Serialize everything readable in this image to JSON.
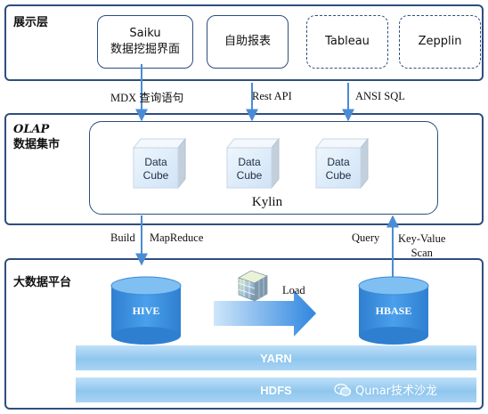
{
  "presentation_layer": {
    "title": "展示层",
    "tools": [
      {
        "line1": "Saiku",
        "line2": "数据挖掘界面"
      },
      {
        "line1": "自助报表"
      },
      {
        "line1": "Tableau"
      },
      {
        "line1": "Zepplin"
      }
    ]
  },
  "connectors_top": {
    "mdx": "MDX 查询语句",
    "rest": "Rest API",
    "ansi": "ANSI SQL"
  },
  "olap_layer": {
    "title_line1": "OLAP",
    "title_line2": "数据集市",
    "engine": "Kylin",
    "cubes": [
      {
        "line1": "Data",
        "line2": "Cube"
      },
      {
        "line1": "Data",
        "line2": "Cube"
      },
      {
        "line1": "Data",
        "line2": "Cube"
      }
    ]
  },
  "connectors_bottom": {
    "build": "Build",
    "mapreduce": "MapReduce",
    "query": "Query",
    "keyvalue_line1": "Key-Value",
    "keyvalue_line2": "Scan"
  },
  "platform_layer": {
    "title": "大数据平台",
    "hive": "HIVE",
    "hbase": "HBASE",
    "load": "Load",
    "yarn": "YARN",
    "hdfs": "HDFS"
  },
  "watermark": "Qunar技术沙龙",
  "colors": {
    "border": "#2e4e7e",
    "arrow": "#4a8cd4",
    "cube_front": "#dcebf8",
    "cylinder": "#3e8fdc"
  }
}
